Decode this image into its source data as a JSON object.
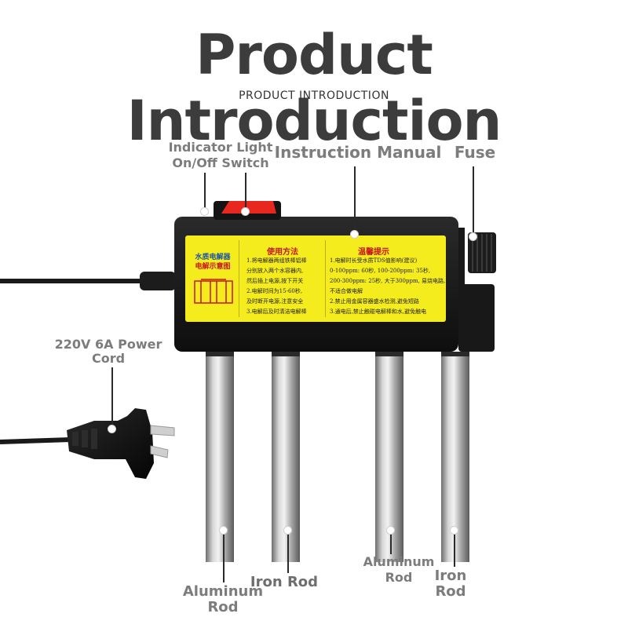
{
  "header": {
    "title": "Product Introduction",
    "subtitle": "PRODUCT INTRODUCTION"
  },
  "labels": {
    "indicator_light": "Indicator Light",
    "on_off_switch": "On/Off Switch",
    "instruction_manual": "Instruction Manual",
    "fuse": "Fuse",
    "power_cord_line1": "220V 6A Power",
    "power_cord_line2": "Cord",
    "rod1_line1": "Aluminum",
    "rod1_line2": "Rod",
    "rod2": "Iron Rod",
    "rod3_line1": "Aluminum",
    "rod3_line2": "Rod",
    "rod4_line1": "Iron",
    "rod4_line2": "Rod"
  },
  "panel": {
    "left_title_1": "水质电解器",
    "left_title_2": "电解示意图",
    "usage_title": "使用方法",
    "usage_lines": [
      "1.将电解器两组铁棒铝棒",
      "分别放入两个水容器内,",
      "然后插上电源,按下开关",
      "2.电解时间为15-60秒,",
      "及时断开电源,注意安全",
      "3.电解后及时清洁电解棒"
    ],
    "tips_title": "温馨提示",
    "tips_lines": [
      "1.电解时长受水质TDS值影响(建议)",
      "0-100ppm: 60秒, 100-200ppm: 35秒,",
      "200-300ppm: 25秒, 大于300ppm, 易烧电路,",
      "不适合做电解",
      "2.禁止用金属容器盛水检测,避免短路",
      "3.通电后,禁止触碰电解棒和水,避免触电"
    ]
  },
  "colors": {
    "title": "#3c3c3c",
    "label": "#7c7c7c",
    "panel_yellow": "#f4ec1c",
    "device_body": "#161616",
    "switch_red": "#e8281e"
  }
}
